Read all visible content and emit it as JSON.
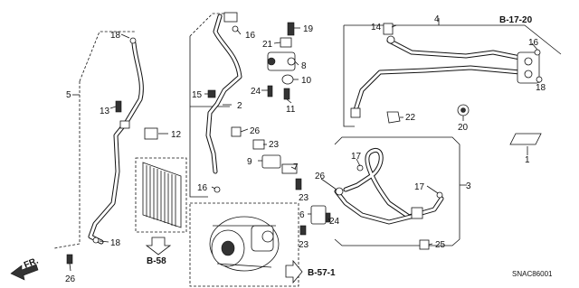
{
  "callouts": {
    "c1": "1",
    "c2": "2",
    "c3": "3",
    "c4": "4",
    "c5": "5",
    "c6": "6",
    "c7": "7",
    "c8": "8",
    "c9": "9",
    "c10": "10",
    "c11": "11",
    "c12": "12",
    "c13": "13",
    "c14": "14",
    "c15": "15",
    "c16a": "16",
    "c16b": "16",
    "c16c": "16",
    "c17a": "17",
    "c17b": "17",
    "c18a": "18",
    "c18b": "18",
    "c18c": "18",
    "c19": "19",
    "c20": "20",
    "c21": "21",
    "c22": "22",
    "c23a": "23",
    "c23b": "23",
    "c23c": "23",
    "c24a": "24",
    "c24b": "24",
    "c25": "25",
    "c26a": "26",
    "c26b": "26",
    "c26c": "26"
  },
  "refs": {
    "b1720": "B-17-20",
    "b58": "B-58",
    "b571": "B-57-1",
    "front": "FR."
  },
  "diagram_code": "SNAC86001"
}
